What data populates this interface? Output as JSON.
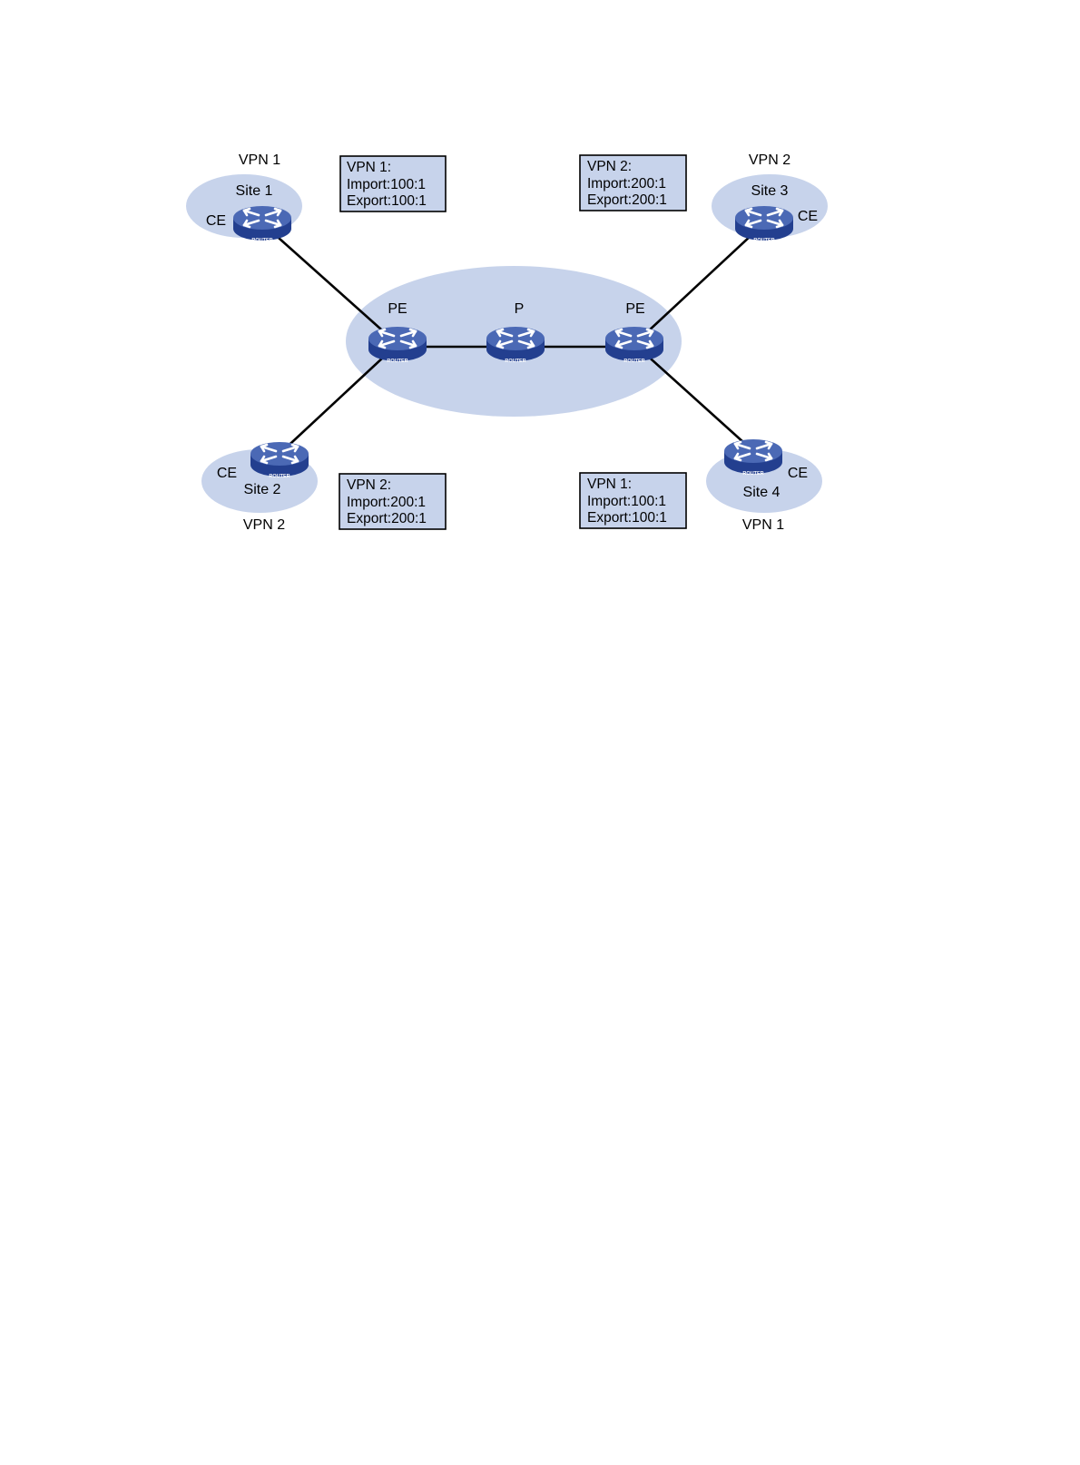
{
  "colors": {
    "cloud": "#c7d3eb",
    "router_top": "#4b69b5",
    "router_side": "#233f8f",
    "link": "#000000",
    "box_fill": "#c7d3eb"
  },
  "icon": "router-icon",
  "router_label": "ROUTER",
  "vpn_labels": {
    "top_left": "VPN 1",
    "top_right": "VPN 2",
    "bottom_left": "VPN 2",
    "bottom_right": "VPN 1"
  },
  "sites": {
    "site1": "Site 1",
    "site2": "Site 2",
    "site3": "Site 3",
    "site4": "Site 4"
  },
  "ce_labels": {
    "site1": "CE",
    "site2": "CE",
    "site3": "CE",
    "site4": "CE"
  },
  "core_labels": {
    "pe_left": "PE",
    "p": "P",
    "pe_right": "PE"
  },
  "rt_boxes": {
    "top_left": {
      "title": "VPN 1:",
      "import": "Import:100:1",
      "export": "Export:100:1"
    },
    "top_right": {
      "title": "VPN 2:",
      "import": "Import:200:1",
      "export": "Export:200:1"
    },
    "bottom_left": {
      "title": "VPN 2:",
      "import": "Import:200:1",
      "export": "Export:200:1"
    },
    "bottom_right": {
      "title": "VPN 1:",
      "import": "Import:100:1",
      "export": "Export:100:1"
    }
  }
}
